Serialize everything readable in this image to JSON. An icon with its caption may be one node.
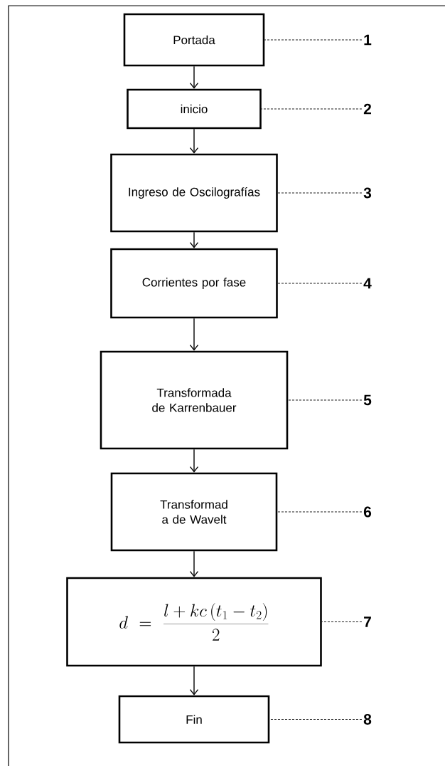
{
  "diagram": {
    "nodes": [
      {
        "text": [
          "Portada"
        ]
      },
      {
        "text": [
          "inicio"
        ]
      },
      {
        "text": [
          "Ingreso de Oscilografías"
        ]
      },
      {
        "text": [
          "Corrientes por fase"
        ]
      },
      {
        "text": [
          "Transformada de Karrenbauer"
        ]
      },
      {
        "text": [
          "Transformad a de Wavelt"
        ]
      },
      {
        "text": [
          "d = \\frac{l + kc\\left(t_1 - t_2\\right)}{2}"
        ]
      },
      {
        "text": [
          "Fin"
        ]
      },
      {
        "text": [
          "1"
        ]
      },
      {
        "text": [
          "2"
        ]
      },
      {
        "text": [
          "3"
        ]
      },
      {
        "text": [
          "4"
        ]
      },
      {
        "text": [
          "5"
        ]
      },
      {
        "text": [
          "6"
        ]
      },
      {
        "text": [
          "7"
        ]
      },
      {
        "text": [
          "8"
        ]
      }
    ],
    "edges": [
      {
        "from": 0,
        "to": 1,
        "arrow": "to"
      },
      {
        "from": 1,
        "to": 2,
        "arrow": "to"
      },
      {
        "from": 2,
        "to": 3,
        "arrow": "to"
      },
      {
        "from": 3,
        "to": 4,
        "arrow": "to"
      },
      {
        "from": 4,
        "to": 5,
        "arrow": "to"
      },
      {
        "from": 5,
        "to": 6,
        "arrow": "to"
      },
      {
        "from": 6,
        "to": 7,
        "arrow": "to"
      },
      {
        "from": 8,
        "to": 0,
        "arrow": "none",
        "style": "dashed"
      },
      {
        "from": 9,
        "to": 1,
        "arrow": "none",
        "style": "dashed"
      },
      {
        "from": 10,
        "to": 2,
        "arrow": "none",
        "style": "dashed"
      },
      {
        "from": 11,
        "to": 3,
        "arrow": "none",
        "style": "dashed"
      },
      {
        "from": 12,
        "to": 4,
        "arrow": "none",
        "style": "dashed"
      },
      {
        "from": 13,
        "to": 5,
        "arrow": "none",
        "style": "dashed"
      },
      {
        "from": 14,
        "to": 6,
        "arrow": "none",
        "style": "dashed"
      },
      {
        "from": 15,
        "to": 7,
        "arrow": "none",
        "style": "dashed"
      }
    ]
  }
}
